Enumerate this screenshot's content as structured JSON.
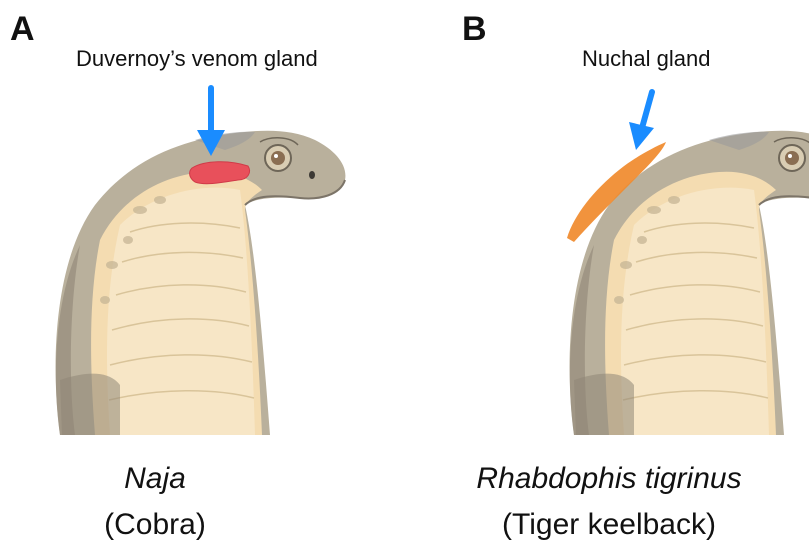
{
  "panel_a": {
    "letter": "A",
    "gland_label": "Duvernoy’s venom gland",
    "genus": "Naja",
    "common_name": "(Cobra)",
    "gland_color": "#e8505b"
  },
  "panel_b": {
    "letter": "B",
    "gland_label": "Nuchal gland",
    "genus": "Rhabdophis tigrinus",
    "common_name": "(Tiger keelback)",
    "gland_color": "#f08a2c"
  },
  "colors": {
    "arrow": "#1a8cff",
    "snake_body": "#b9b09c",
    "snake_dark": "#8f8677",
    "belly": "#f4dcb1",
    "belly_scale_line": "#d9c49a"
  }
}
